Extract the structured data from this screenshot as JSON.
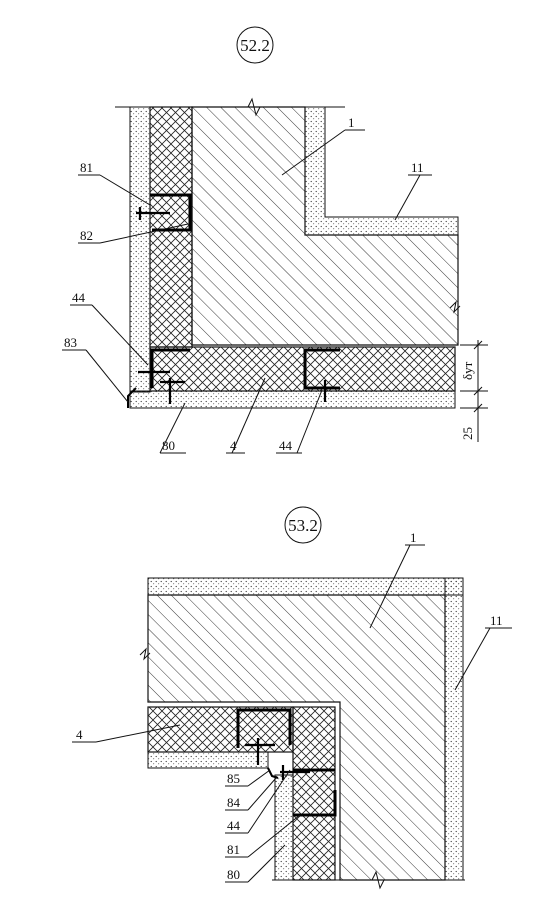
{
  "detail_a": {
    "number": "52.2",
    "labels": {
      "l1": "1",
      "l11": "11",
      "l81": "81",
      "l82": "82",
      "l44a": "44",
      "l83": "83",
      "l80": "80",
      "l4": "4",
      "l44b": "44",
      "dim_delta": "δут",
      "dim_25": "25"
    }
  },
  "detail_b": {
    "number": "53.2",
    "labels": {
      "l1": "1",
      "l11": "11",
      "l4": "4",
      "l85": "85",
      "l84": "84",
      "l44": "44",
      "l81": "81",
      "l80": "80"
    }
  }
}
